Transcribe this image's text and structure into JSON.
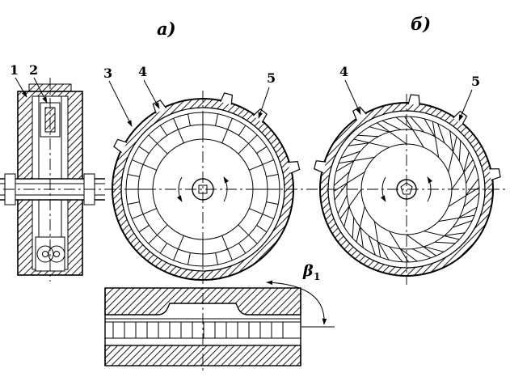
{
  "figure": {
    "view_a": {
      "label": "а)"
    },
    "view_b": {
      "label": "б)"
    },
    "callouts": {
      "c1": "1",
      "c2": "2",
      "c3": "3",
      "c4a": "4",
      "c5a": "5",
      "c4b": "4",
      "c5b": "5"
    },
    "angle": {
      "symbol": "β",
      "subscript": "1"
    },
    "colors": {
      "ink": "#000000",
      "paper": "#ffffff"
    }
  }
}
